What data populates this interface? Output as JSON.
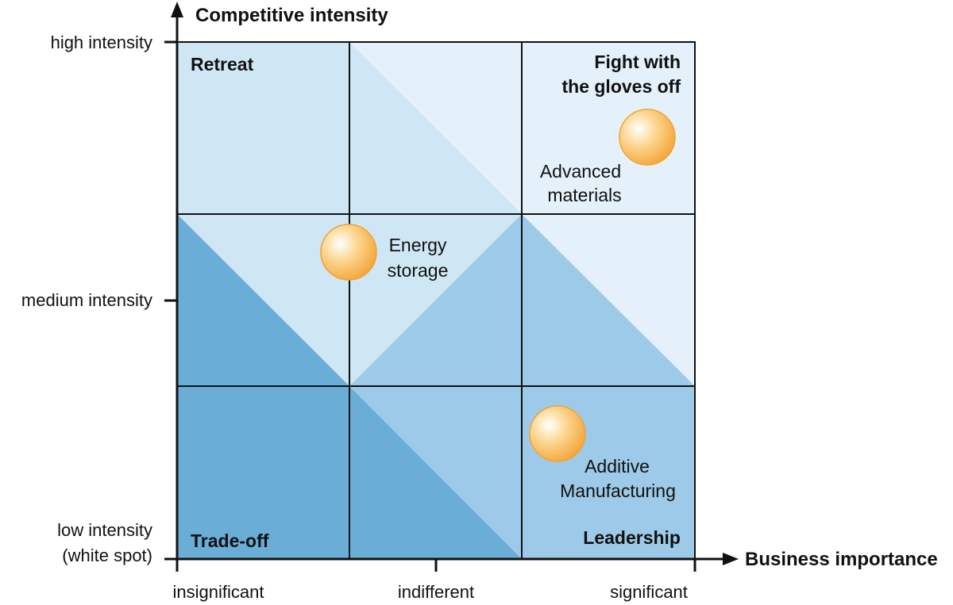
{
  "y_axis": {
    "title": "Competitive intensity",
    "ticks": {
      "high": "high intensity",
      "medium": "medium intensity",
      "low_line1": "low intensity",
      "low_line2": "(white spot)"
    }
  },
  "x_axis": {
    "title": "Business importance",
    "ticks": {
      "left": "insignificant",
      "mid": "indifferent",
      "right": "significant"
    }
  },
  "quadrants": {
    "retreat": "Retreat",
    "fight_line1": "Fight with",
    "fight_line2": "the gloves off",
    "tradeoff": "Trade-off",
    "leadership": "Leadership"
  },
  "bubbles": {
    "energy": {
      "line1": "Energy",
      "line2": "storage"
    },
    "advanced": {
      "line1": "Advanced",
      "line2": "materials"
    },
    "additive": {
      "line1": "Additive",
      "line2": "Manufacturing"
    }
  },
  "colors": {
    "lightest": "#e4f1fa",
    "light": "#cfe6f4",
    "medium": "#9dcae8",
    "dark": "#6aaed8",
    "bubble": "#f7b84f",
    "grid": "#111111"
  }
}
